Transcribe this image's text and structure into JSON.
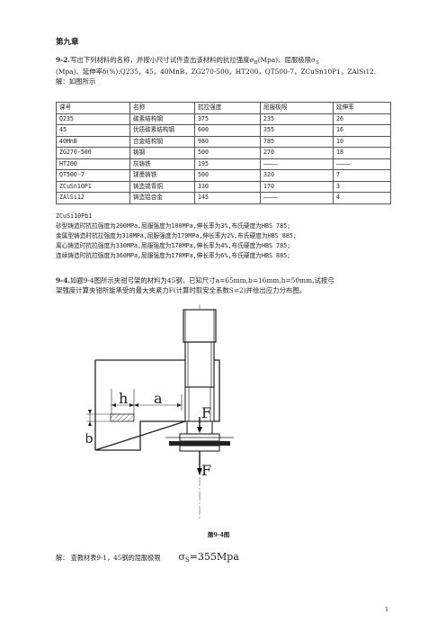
{
  "chapter": "第九章",
  "q92": {
    "number": "9-2.",
    "line1": "写出下列材料的名称，并按小尺寸试件查出该材料的抗拉强度σ",
    "sub_b": "B",
    "line1b": "(Mpa)、屈服极限σ",
    "sub_s": "S",
    "line2": "(Mpa)、延伸率δ(%):Q235，45，40MnB，ZG270-500，HT200，QT500-7，ZCuSn10P1，ZAlSi12.",
    "line3": "解：如图所示"
  },
  "table": {
    "headers": [
      "课号",
      "名称",
      "抗拉强度",
      "屈服极限",
      "延伸率"
    ],
    "rows": [
      [
        "Q235",
        "碳素结构钢",
        "375",
        "235",
        "26"
      ],
      [
        "45",
        "优质碳素结构钢",
        "600",
        "355",
        "16"
      ],
      [
        "40MnB",
        "合金结构钢",
        "980",
        "785",
        "10"
      ],
      [
        "ZG270-500",
        "铸钢",
        "500",
        "270",
        "18"
      ],
      [
        "HT200",
        "灰铸铁",
        "195",
        "————",
        "————"
      ],
      [
        "QT500-7",
        "球墨铸铁",
        "500",
        "320",
        "7"
      ],
      [
        "ZCuSn10P1",
        "铸造锡青铜",
        "330",
        "170",
        "3"
      ],
      [
        "ZAlSi12",
        "铸造铝合金",
        "145",
        "————",
        "4"
      ]
    ]
  },
  "notes": [
    "ZCuSi10Pb1",
    "砂型铸造时抗拉强度为200MPa,屈服强度为100MPa,伸长率为3%,布氏硬度为HBS 785;",
    "金属型铸造时抗拉强度为310MPa,屈服强度为170MPa,伸长率为2%,布氏硬度为HBS 885;",
    "离心铸造时抗拉强度为330MPa,屈服强度为170MPa,伸长率为4%,布氏硬度为HBS 785;",
    "连续铸造时抗拉强度为360MPa,屈服强度为170MPa,伸长率为6%,布氏硬度为HBS 885;"
  ],
  "q94": {
    "number": "9-4.",
    "line1": "如题9-4图所示夹钳弓架的材料为45钢，已知尺寸a=65mm,b=16mm,h=50mm,试按弓",
    "line2": "架强度计算夹钳所能承受的最大夹紧力F(计算时取安全系数S=2)并绘出应力分布图。"
  },
  "figure": {
    "label_h": "h",
    "label_a": "a",
    "label_b": "b",
    "label_F_top": "F",
    "label_F_bottom": "F",
    "caption": "题9-4图"
  },
  "answer": {
    "text": "解：  查教材表9-1，45钢的屈服极限",
    "sigma": "σ",
    "sub": "S",
    "value": "=355Mpa"
  },
  "page_number": "1"
}
